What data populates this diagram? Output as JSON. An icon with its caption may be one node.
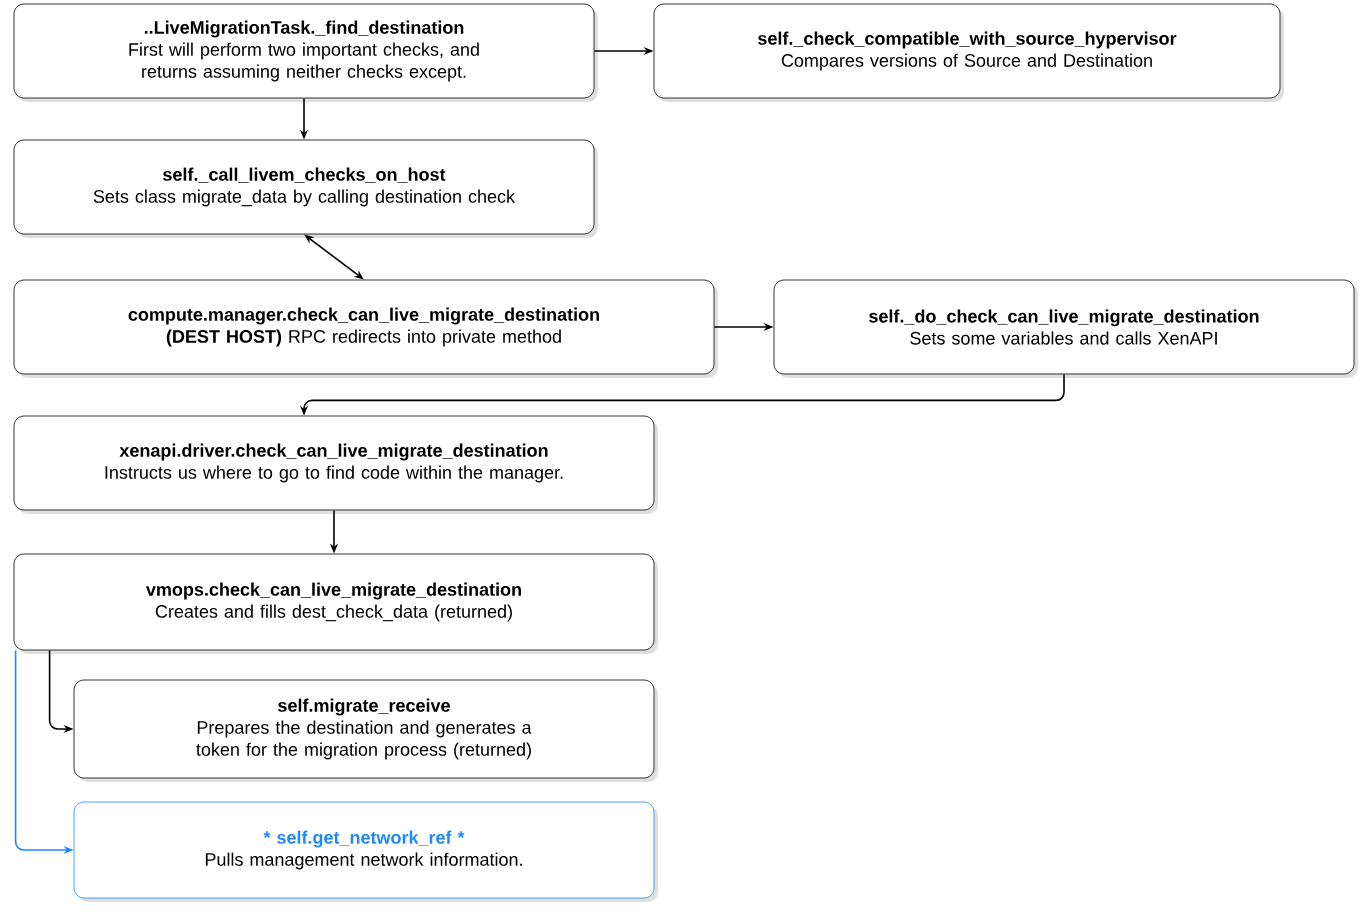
{
  "diagram": {
    "nodes": [
      {
        "text": [
          "..LiveMigrationTask._find_destination",
          "First will perform two important checks, and returns assuming neither checks except."
        ]
      },
      {
        "text": [
          "self._check_compatible_with_source_hypervisor",
          "Compares versions of Source and Destination"
        ]
      },
      {
        "text": [
          "self._call_livem_checks_on_host",
          "Sets class migrate_data by calling destination check"
        ]
      },
      {
        "text": [
          "compute.manager.check_can_live_migrate_destination",
          "**(DEST HOST)** RPC redirects into private method"
        ]
      },
      {
        "text": [
          "self._do_check_can_live_migrate_destination",
          "Sets some variables and calls XenAPI"
        ]
      },
      {
        "text": [
          "xenapi.driver.check_can_live_migrate_destination",
          "Instructs us where to go to find code within the manager."
        ]
      },
      {
        "text": [
          "vmops.check_can_live_migrate_destination",
          "Creates and fills dest_check_data (returned)"
        ]
      },
      {
        "text": [
          "self.migrate_receive",
          "Prepares the destination and generates a token for the migration process (returned)"
        ]
      },
      {
        "text": [
          "* self.get_network_ref *",
          "Pulls management network information."
        ]
      }
    ],
    "edges": [
      {
        "from": 0,
        "to": 1,
        "arrow": "to"
      },
      {
        "from": 0,
        "to": 2,
        "arrow": "to"
      },
      {
        "from": 2,
        "to": 3,
        "arrow": "both"
      },
      {
        "from": 3,
        "to": 4,
        "arrow": "to"
      },
      {
        "from": 4,
        "to": 5,
        "arrow": "to"
      },
      {
        "from": 5,
        "to": 6,
        "arrow": "to"
      },
      {
        "from": 6,
        "to": 7,
        "arrow": "to"
      },
      {
        "from": 6,
        "to": 8,
        "arrow": "to",
        "color": "#1e88ff"
      }
    ]
  }
}
